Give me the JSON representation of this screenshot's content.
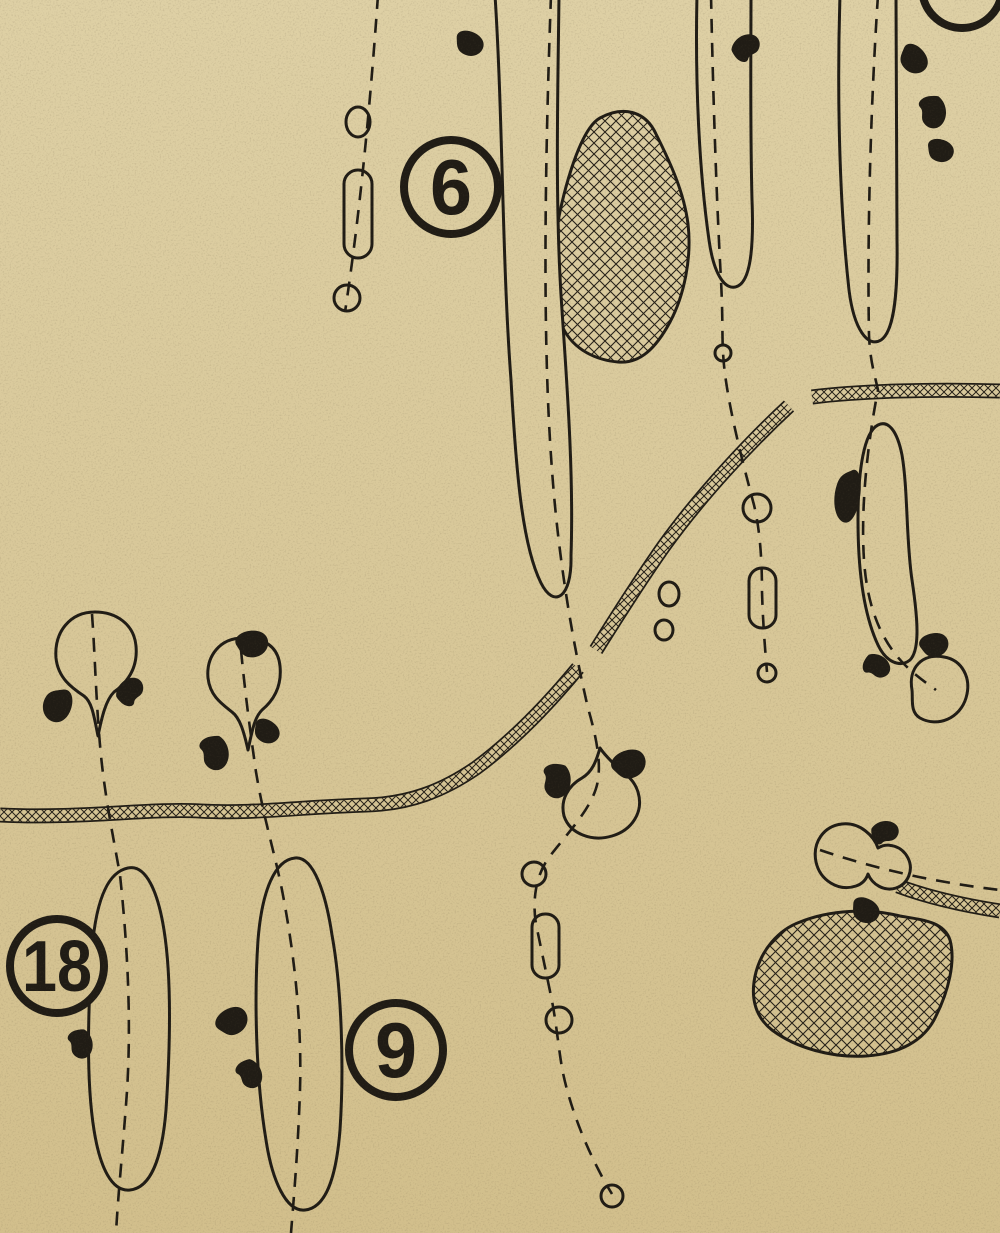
{
  "map": {
    "holes": [
      {
        "number": "6"
      },
      {
        "number": "18"
      },
      {
        "number": "9"
      }
    ],
    "colors": {
      "paper": "#d8c69b",
      "ink": "#201c15"
    }
  }
}
